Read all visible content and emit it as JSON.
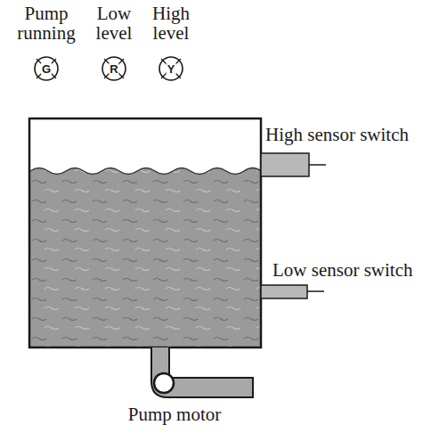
{
  "diagram": {
    "nodes": [
      {
        "text": [
          "Pump running",
          "G"
        ]
      },
      {
        "text": [
          "Low level",
          "R"
        ]
      },
      {
        "text": [
          "High level",
          "Y"
        ]
      }
    ],
    "labels": [
      "High sensor switch",
      "Low sensor switch",
      "Pump motor"
    ]
  }
}
